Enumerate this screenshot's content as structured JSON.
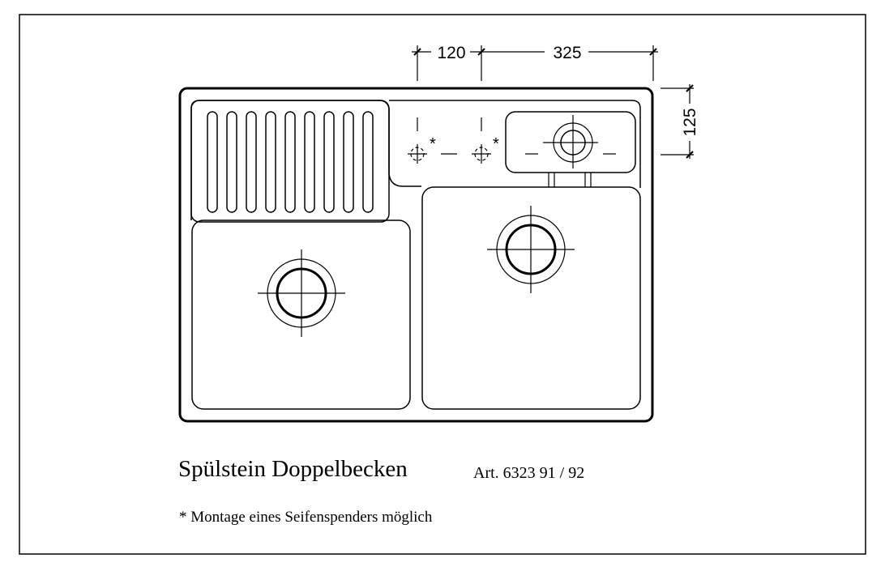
{
  "drawing": {
    "title": "Spülstein Doppelbecken",
    "article": "Art. 6323 91 / 92",
    "footnote": "* Montage eines Seifenspenders möglich",
    "dimensions": {
      "tap_spacing": "120",
      "tap_to_edge": "325",
      "depth_offset": "125"
    },
    "tap_hole_marker": "*",
    "drainboard_grooves": 9
  }
}
